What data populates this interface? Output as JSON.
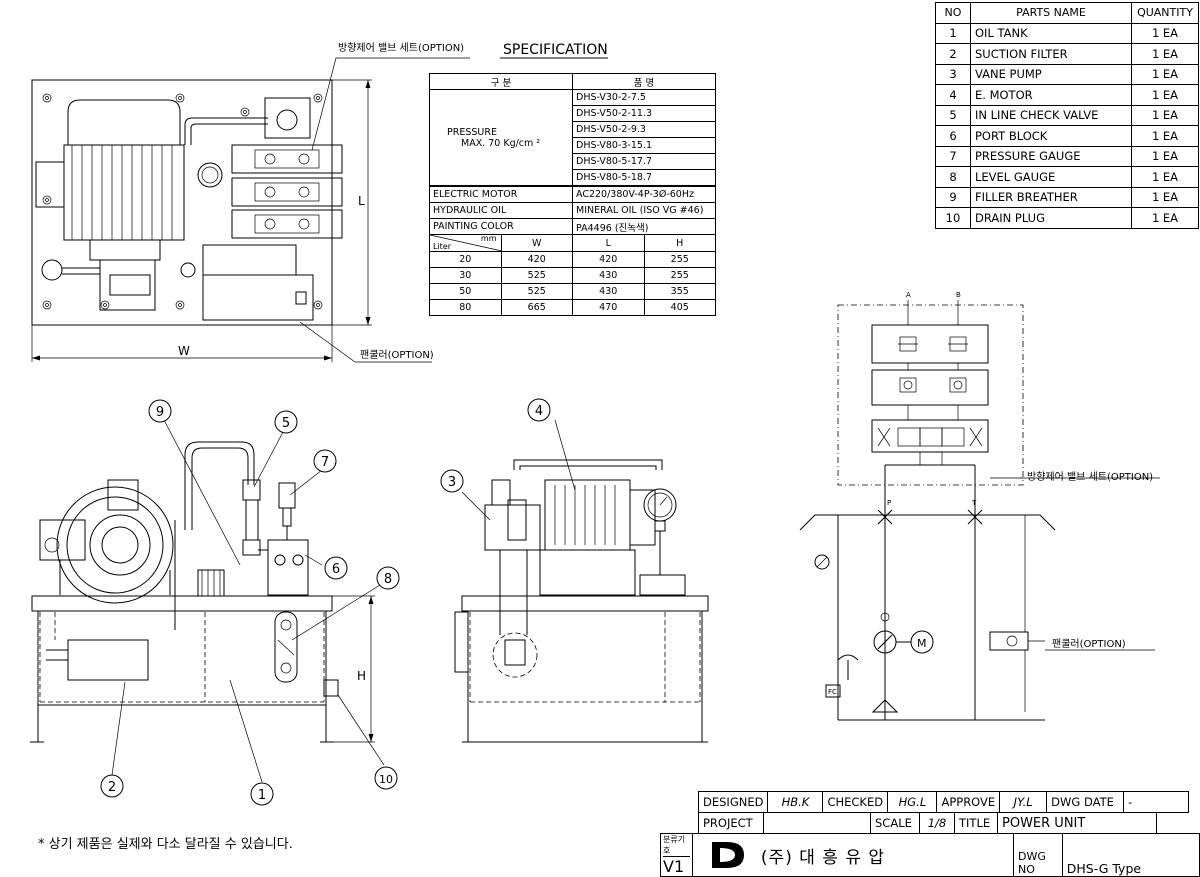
{
  "parts_table": {
    "headers": [
      "NO",
      "PARTS NAME",
      "QUANTITY"
    ],
    "rows": [
      [
        "1",
        "OIL TANK",
        "1 EA"
      ],
      [
        "2",
        "SUCTION FILTER",
        "1 EA"
      ],
      [
        "3",
        "VANE PUMP",
        "1 EA"
      ],
      [
        "4",
        "E. MOTOR",
        "1 EA"
      ],
      [
        "5",
        "IN LINE CHECK VALVE",
        "1 EA"
      ],
      [
        "6",
        "PORT BLOCK",
        "1 EA"
      ],
      [
        "7",
        "PRESSURE GAUGE",
        "1 EA"
      ],
      [
        "8",
        "LEVEL GAUGE",
        "1 EA"
      ],
      [
        "9",
        "FILLER BREATHER",
        "1 EA"
      ],
      [
        "10",
        "DRAIN PLUG",
        "1 EA"
      ]
    ]
  },
  "specification": {
    "title": "SPECIFICATION",
    "col1_header": "구  분",
    "col2_header": "품   명",
    "pressure_label": "PRESSURE",
    "pressure_value": "MAX. 70 Kg/cm ²",
    "models": [
      "DHS-V30-2-7.5",
      "DHS-V50-2-11.3",
      "DHS-V50-2-9.3",
      "DHS-V80-3-15.1",
      "DHS-V80-5-17.7",
      "DHS-V80-5-18.7"
    ],
    "electric_motor_label": "ELECTRIC MOTOR",
    "electric_motor_value": "AC220/380V-4P-3Ø-60Hz",
    "hydraulic_oil_label": "HYDRAULIC OIL",
    "hydraulic_oil_value": "MINERAL OIL (ISO VG #46)",
    "painting_label": "PAINTING COLOR",
    "painting_value": "PA4496 (진녹색)",
    "dim_corner_top": "mm",
    "dim_corner_bottom": "Liter",
    "dim_headers": [
      "W",
      "L",
      "H"
    ],
    "dim_rows": [
      [
        "20",
        "420",
        "420",
        "255"
      ],
      [
        "30",
        "525",
        "430",
        "255"
      ],
      [
        "50",
        "525",
        "430",
        "355"
      ],
      [
        "80",
        "665",
        "470",
        "405"
      ]
    ]
  },
  "labels": {
    "valve_set_top": "방향제어 밸브 세트(OPTION)",
    "fan_cooler_top": "팬쿨러(OPTION)",
    "valve_set_right": "방향제어 밸브 세트(OPTION)",
    "fan_cooler_right": "팬쿨러(OPTION)",
    "dim_w": "W",
    "dim_l": "L",
    "dim_h": "H",
    "port_a": "A",
    "port_b": "B",
    "port_p": "P",
    "port_t": "T",
    "motor": "M",
    "fc": "FC",
    "note": "* 상기 제품은 실제와 다소 달라질 수 있습니다."
  },
  "balloons": {
    "b1": "1",
    "b2": "2",
    "b3": "3",
    "b4": "4",
    "b5": "5",
    "b6": "6",
    "b7": "7",
    "b8": "8",
    "b9": "9",
    "b10": "10"
  },
  "title_block": {
    "designed_label": "DESIGNED",
    "designed_value": "HB.K",
    "checked_label": "CHECKED",
    "checked_value": "HG.L",
    "approve_label": "APPROVE",
    "approve_value": "JY.L",
    "dwg_date_label": "DWG DATE",
    "dwg_date_value": "-",
    "project_label": "PROJECT",
    "scale_label": "SCALE",
    "scale_value": "1/8",
    "title_label": "TITLE",
    "title_value": "POWER UNIT",
    "class_code_label": "분류기호",
    "class_code_value": "V1",
    "company": "(주) 대 흥  유 압",
    "dwg_no_label": "DWG NO",
    "dwg_no_value": "DHS-G Type"
  }
}
